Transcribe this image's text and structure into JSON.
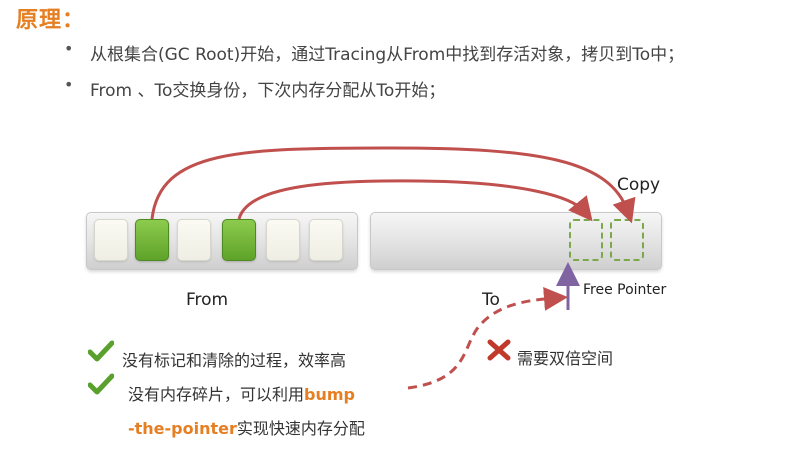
{
  "title": "原理：",
  "bullets": [
    "从根集合(GC Root)开始，通过Tracing从From中找到存活对象，拷贝到To中；",
    "From 、To交换身份，下次内存分配从To开始；"
  ],
  "diagram": {
    "from_label": "From",
    "to_label": "To",
    "copy_label": "Copy",
    "free_pointer_label": "Free Pointer",
    "from_cells": [
      "empty",
      "live",
      "empty",
      "live",
      "empty",
      "empty"
    ],
    "to_copied_cells": 2,
    "colors": {
      "live": "#6aaf32",
      "arc": "#c0504d",
      "pointer_arrow": "#8064a2",
      "dashed_arrow": "#c0504d",
      "title": "#e67e22",
      "check": "#5aa02c",
      "cross": "#c0392b"
    }
  },
  "advantages": {
    "line1": "没有标记和清除的过程，效率高",
    "line2_prefix": "没有内存碎片，可以利用",
    "line2_highlight": "bump",
    "line3_highlight": "-the-pointer",
    "line3_suffix": "实现快速内存分配",
    "icon": "check-icon"
  },
  "disadvantage": {
    "text": "需要双倍空间",
    "icon": "cross-icon"
  }
}
